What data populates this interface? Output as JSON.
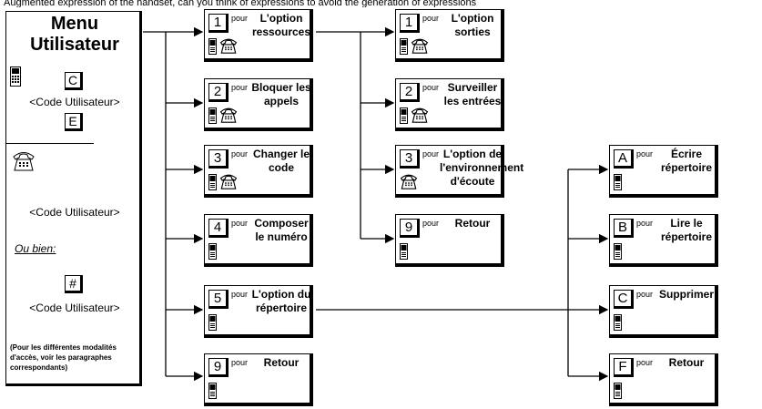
{
  "intro_text": "Augmented expression of the handset, can you think of expressions to avoid the generation of expressions",
  "menu": {
    "title_line1": "Menu",
    "title_line2": "Utilisateur",
    "key_c": "C",
    "code_text_1": "<Code Utilisateur>",
    "key_e": "E",
    "code_text_2": "<Code Utilisateur>",
    "or_text": "Ou bien:",
    "key_hash": "#",
    "code_text_3": "<Code Utilisateur>",
    "note": "(Pour les différentes modalités d'accès, voir les paragraphes correspondants)"
  },
  "pour": "pour",
  "col1": [
    {
      "key": "1",
      "label": "L'option ressources"
    },
    {
      "key": "2",
      "label": "Bloquer les appels"
    },
    {
      "key": "3",
      "label": "Changer le code"
    },
    {
      "key": "4",
      "label": "Composer le numéro"
    },
    {
      "key": "5",
      "label": "L'option du répertoire"
    },
    {
      "key": "9",
      "label": "Retour"
    }
  ],
  "col2": [
    {
      "key": "1",
      "label": "L'option sorties"
    },
    {
      "key": "2",
      "label": "Surveiller les entrées"
    },
    {
      "key": "3",
      "label": "L'option de l'environnement d'écoute"
    },
    {
      "key": "9",
      "label": "Retour"
    }
  ],
  "col3": [
    {
      "key": "A",
      "label": "Écrire répertoire"
    },
    {
      "key": "B",
      "label": "Lire le répertoire"
    },
    {
      "key": "C",
      "label": "Supprimer"
    },
    {
      "key": "F",
      "label": "Retour"
    }
  ],
  "icons": {
    "mobile": "mobile-phone-icon",
    "desk": "desk-phone-icon"
  }
}
